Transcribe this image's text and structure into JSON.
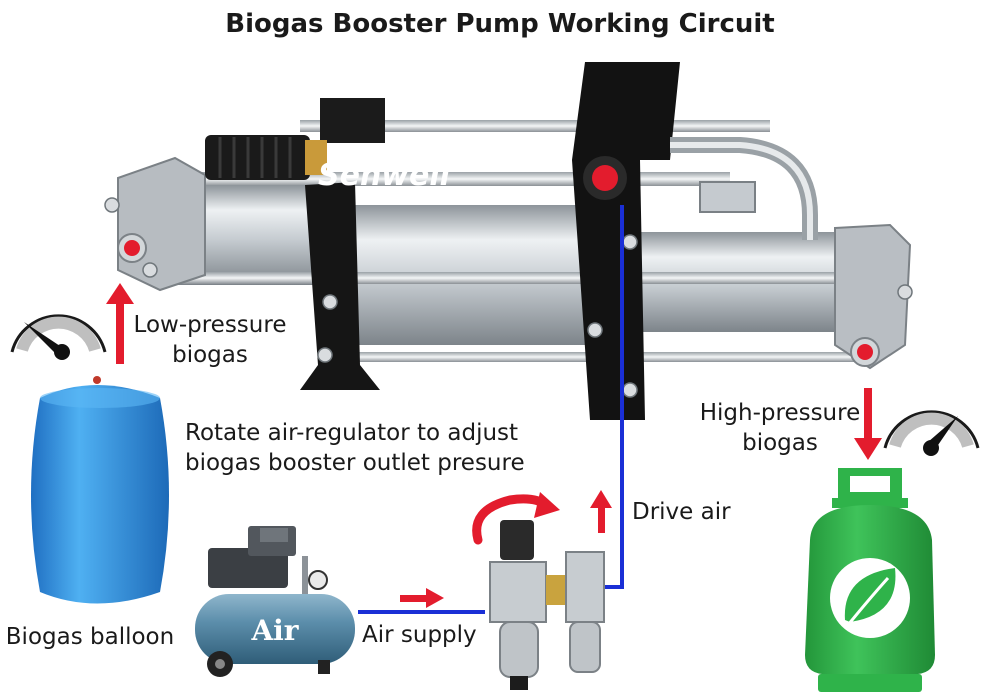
{
  "title": "Biogas Booster Pump Working Circuit",
  "labels": {
    "low_pressure_line1": "Low-pressure",
    "low_pressure_line2": "biogas",
    "rotate_line1": "Rotate air-regulator to adjust",
    "rotate_line2": "biogas booster outlet presure",
    "high_pressure_line1": "High-pressure",
    "high_pressure_line2": "biogas",
    "drive_air": "Drive air",
    "air_supply": "Air supply",
    "biogas_balloon": "Biogas balloon",
    "compressor_text": "Air",
    "brand": "Senwell"
  },
  "colors": {
    "arrow_red": "#e31c2d",
    "line_blue": "#1a2fd6",
    "balloon_blue": "#2e8fe0",
    "cylinder_green": "#2fb34a",
    "pump_black": "#111111",
    "pump_silver": "#c9ced3"
  },
  "icons": [
    "pressure-gauge-icon",
    "leaf-icon",
    "rotate-arrow-icon"
  ]
}
